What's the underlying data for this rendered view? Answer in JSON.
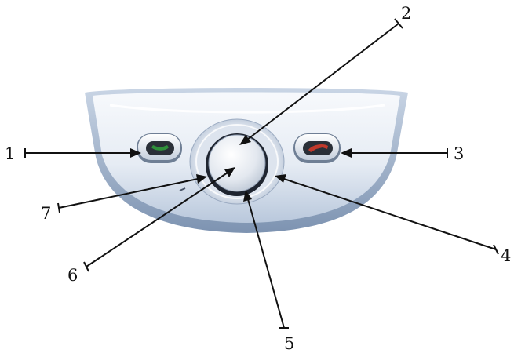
{
  "callouts": [
    {
      "id": "1",
      "label": "1",
      "target": "call-button"
    },
    {
      "id": "2",
      "label": "2",
      "target": "navigation-ring"
    },
    {
      "id": "3",
      "label": "3",
      "target": "end-call-button"
    },
    {
      "id": "4",
      "label": "4",
      "target": "navigation-ring"
    },
    {
      "id": "5",
      "label": "5",
      "target": "navigation-ring"
    },
    {
      "id": "6",
      "label": "6",
      "target": "center-select-button"
    },
    {
      "id": "7",
      "label": "7",
      "target": "navigation-ring"
    }
  ],
  "icons": {
    "call": "phone-handset-icon",
    "end_call": "phone-handset-hangup-icon"
  },
  "colors": {
    "call_icon": "#2f8f3a",
    "end_call_icon": "#c0392b",
    "body_light": "#eef2f8",
    "body_shadow": "#9fb1c9"
  }
}
